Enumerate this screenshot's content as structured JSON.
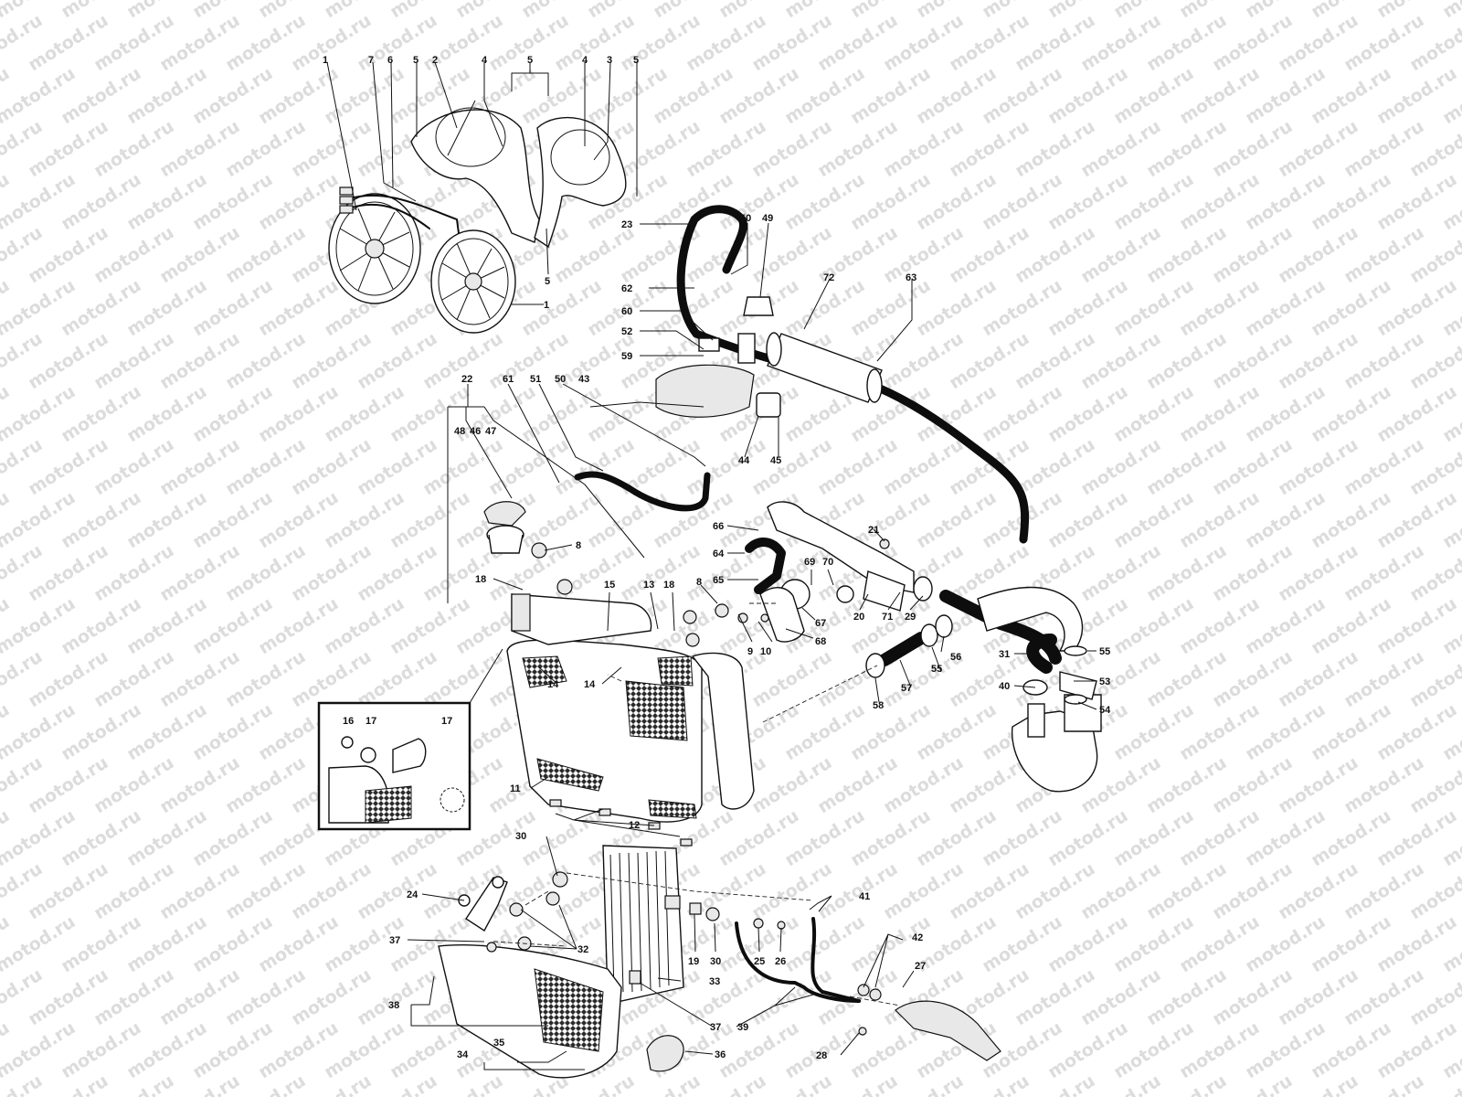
{
  "watermark": "motod.ru",
  "callouts": [
    {
      "id": "c1a",
      "text": "1"
    },
    {
      "id": "c7",
      "text": "7"
    },
    {
      "id": "c6",
      "text": "6"
    },
    {
      "id": "c5a",
      "text": "5"
    },
    {
      "id": "c2",
      "text": "2"
    },
    {
      "id": "c4a",
      "text": "4"
    },
    {
      "id": "c5b",
      "text": "5"
    },
    {
      "id": "c4b",
      "text": "4"
    },
    {
      "id": "c3",
      "text": "3"
    },
    {
      "id": "c5c",
      "text": "5"
    },
    {
      "id": "c5d",
      "text": "5"
    },
    {
      "id": "c1b",
      "text": "1"
    },
    {
      "id": "c23",
      "text": "23"
    },
    {
      "id": "c62",
      "text": "62"
    },
    {
      "id": "c60",
      "text": "60"
    },
    {
      "id": "c52",
      "text": "52"
    },
    {
      "id": "c59",
      "text": "59"
    },
    {
      "id": "c50a",
      "text": "50"
    },
    {
      "id": "c49",
      "text": "49"
    },
    {
      "id": "c72",
      "text": "72"
    },
    {
      "id": "c63",
      "text": "63"
    },
    {
      "id": "c22",
      "text": "22"
    },
    {
      "id": "c61",
      "text": "61"
    },
    {
      "id": "c51",
      "text": "51"
    },
    {
      "id": "c50b",
      "text": "50"
    },
    {
      "id": "c43",
      "text": "43"
    },
    {
      "id": "c48",
      "text": "48"
    },
    {
      "id": "c46",
      "text": "46"
    },
    {
      "id": "c47",
      "text": "47"
    },
    {
      "id": "c44",
      "text": "44"
    },
    {
      "id": "c45",
      "text": "45"
    },
    {
      "id": "c66",
      "text": "66"
    },
    {
      "id": "c64",
      "text": "64"
    },
    {
      "id": "c65",
      "text": "65"
    },
    {
      "id": "c69",
      "text": "69"
    },
    {
      "id": "c70",
      "text": "70"
    },
    {
      "id": "c21",
      "text": "21"
    },
    {
      "id": "c8a",
      "text": "8"
    },
    {
      "id": "c18a",
      "text": "18"
    },
    {
      "id": "c15",
      "text": "15"
    },
    {
      "id": "c13",
      "text": "13"
    },
    {
      "id": "c18b",
      "text": "18"
    },
    {
      "id": "c8b",
      "text": "8"
    },
    {
      "id": "c9",
      "text": "9"
    },
    {
      "id": "c10",
      "text": "10"
    },
    {
      "id": "c67",
      "text": "67"
    },
    {
      "id": "c68",
      "text": "68"
    },
    {
      "id": "c20",
      "text": "20"
    },
    {
      "id": "c71",
      "text": "71"
    },
    {
      "id": "c29",
      "text": "29"
    },
    {
      "id": "c56",
      "text": "56"
    },
    {
      "id": "c55a",
      "text": "55"
    },
    {
      "id": "c31",
      "text": "31"
    },
    {
      "id": "c55b",
      "text": "55"
    },
    {
      "id": "c53",
      "text": "53"
    },
    {
      "id": "c40",
      "text": "40"
    },
    {
      "id": "c57",
      "text": "57"
    },
    {
      "id": "c54",
      "text": "54"
    },
    {
      "id": "c58",
      "text": "58"
    },
    {
      "id": "c14a",
      "text": "14"
    },
    {
      "id": "c14b",
      "text": "14"
    },
    {
      "id": "c16",
      "text": "16"
    },
    {
      "id": "c17a",
      "text": "17"
    },
    {
      "id": "c17b",
      "text": "17"
    },
    {
      "id": "c11",
      "text": "11"
    },
    {
      "id": "c12",
      "text": "12"
    },
    {
      "id": "c30a",
      "text": "30"
    },
    {
      "id": "c24",
      "text": "24"
    },
    {
      "id": "c41",
      "text": "41"
    },
    {
      "id": "c37a",
      "text": "37"
    },
    {
      "id": "c32",
      "text": "32"
    },
    {
      "id": "c19",
      "text": "19"
    },
    {
      "id": "c30b",
      "text": "30"
    },
    {
      "id": "c25",
      "text": "25"
    },
    {
      "id": "c26",
      "text": "26"
    },
    {
      "id": "c42",
      "text": "42"
    },
    {
      "id": "c27",
      "text": "27"
    },
    {
      "id": "c33",
      "text": "33"
    },
    {
      "id": "c38",
      "text": "38"
    },
    {
      "id": "c37b",
      "text": "37"
    },
    {
      "id": "c39",
      "text": "39"
    },
    {
      "id": "c35",
      "text": "35"
    },
    {
      "id": "c34",
      "text": "34"
    },
    {
      "id": "c36",
      "text": "36"
    },
    {
      "id": "c28",
      "text": "28"
    }
  ]
}
